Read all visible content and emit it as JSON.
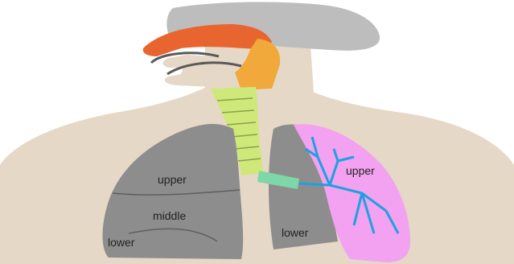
{
  "labels": {
    "right_upper": "upper",
    "right_middle": "middle",
    "right_lower": "lower",
    "left_upper": "upper",
    "left_lower": "lower"
  },
  "colors": {
    "skin": "#e6d8c6",
    "head_gray": "#bdbdbd",
    "nasal_cavity": "#e9652f",
    "pharynx": "#f0a93a",
    "trachea": "#cfe87a",
    "bronchus": "#7fd6a8",
    "lung_gray": "#8d8d8d",
    "lung_pink": "#f2a2f0",
    "bronchial_tree": "#1ea0e0"
  }
}
